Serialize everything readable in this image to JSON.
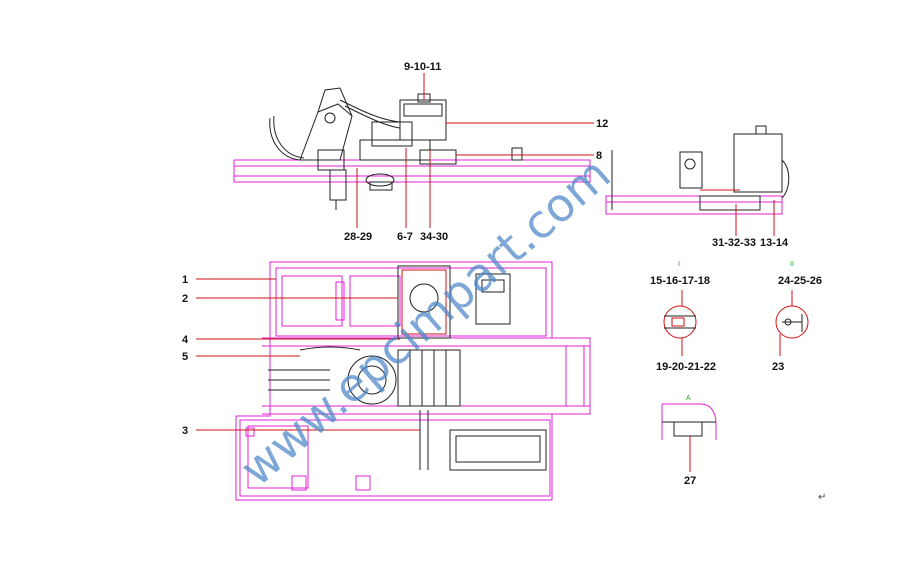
{
  "callouts": {
    "c_9_10_11": "9-10-11",
    "c_12": "12",
    "c_8": "8",
    "c_28_29": "28-29",
    "c_6_7": "6-7",
    "c_34_30": "34-30",
    "c_31_32_33": "31-32-33",
    "c_13_14": "13-14",
    "c_1": "1",
    "c_2": "2",
    "c_4": "4",
    "c_5": "5",
    "c_3": "3",
    "c_15_16_17_18": "15-16-17-18",
    "c_19_20_21_22": "19-20-21-22",
    "c_24_25_26": "24-25-26",
    "c_23": "23",
    "c_27": "27"
  },
  "detail_marks": {
    "mark_i": "I",
    "mark_ii": "II",
    "mark_a": "A"
  },
  "end_mark": "↵",
  "watermark": "www.epcimpart.com",
  "colors": {
    "frame": "#e020d8",
    "linework": "#222222",
    "leader": "#d01010",
    "watermark": "#4a86c8"
  }
}
